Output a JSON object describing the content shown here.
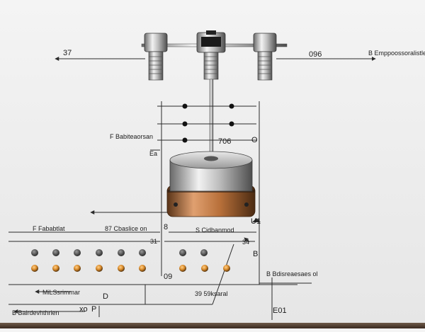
{
  "labels": {
    "top_left_num": "37",
    "top_right_num": "096",
    "top_right_text": "B Emppoossoralistle",
    "left_mid_text": "F Babiteaorsan",
    "left_mid_sub": "Ea",
    "value_706": "706",
    "value_o": "O",
    "left_lower_text": "F Fababtlat",
    "center_lower_text": "87 Cbaslice on",
    "label_8": "8",
    "label_s_text": "S Cidbanmod",
    "label_u1": "U1",
    "label_31": "31",
    "label_34": "34",
    "label_b": "B",
    "label_09": "09",
    "right_mid_text": "B Bdisreaesaes ol",
    "ms_text": "MiLSsrimmar",
    "label_d": "D",
    "bottom_left_text": "B Bairdevhthrien",
    "label_xo": "xo",
    "label_p": "P",
    "label_39": "39 59ksaral",
    "label_e01": "E01"
  },
  "colors": {
    "background": "#ececec",
    "line": "#2b2b2b",
    "metal_light": "#f0f0f0",
    "metal_dark": "#5a5a5a",
    "copper": "#b8703a",
    "dot_dark": "#3c3c3c",
    "dot_orange": "#d98a2a"
  },
  "icons": {
    "sensor": "threaded-sensor-icon",
    "disk": "cylinder-weight-icon",
    "dot": "dot-icon"
  }
}
